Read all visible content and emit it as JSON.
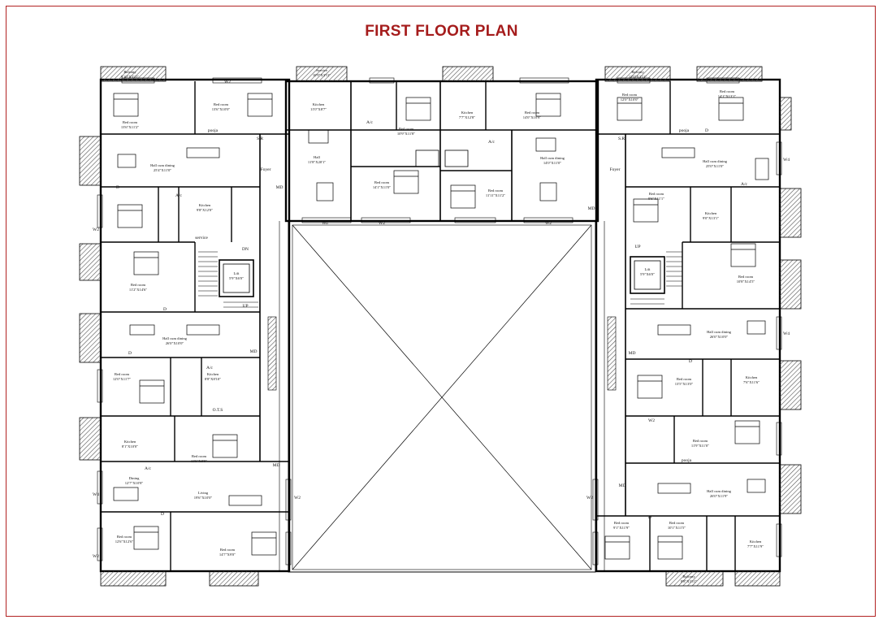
{
  "title": "FIRST FLOOR PLAN",
  "colors": {
    "title": "#a51c1c",
    "frame": "#b22222",
    "wall": "#000000",
    "balcony_hatch": "#555555"
  },
  "rooms": [
    {
      "name": "Balcony",
      "dims": "9'10\"X3'11\"",
      "group": "left-wing"
    },
    {
      "name": "Bed room",
      "dims": "13'6\"X11'2\"",
      "group": "left-wing"
    },
    {
      "name": "Bed room",
      "dims": "13'6\"X10'0\"",
      "group": "left-wing"
    },
    {
      "name": "Hall cum dining",
      "dims": "25'4\"X11'0\"",
      "group": "left-wing"
    },
    {
      "name": "Kitchen",
      "dims": "9'8\"X12'0\"",
      "group": "left-wing"
    },
    {
      "name": "Bed room",
      "dims": "11'2\"X14'6\"",
      "group": "left-wing"
    },
    {
      "name": "Lift",
      "dims": "5'9\"X6'0\"",
      "group": "left-core"
    },
    {
      "name": "Hall cum dining",
      "dims": "26'0\"X10'0\"",
      "group": "left-wing"
    },
    {
      "name": "Bed room",
      "dims": "12'0\"X11'7\"",
      "group": "left-wing"
    },
    {
      "name": "Kitchen",
      "dims": "8'8\"X8'10\"",
      "group": "left-wing"
    },
    {
      "name": "Kitchen",
      "dims": "8'1\"X10'0\"",
      "group": "left-wing"
    },
    {
      "name": "Bed room",
      "dims": "13'5\"X8'9\"",
      "group": "left-wing"
    },
    {
      "name": "Dining",
      "dims": "12'7\"X10'8\"",
      "group": "left-wing"
    },
    {
      "name": "Living",
      "dims": "19'6\"X10'0\"",
      "group": "left-wing"
    },
    {
      "name": "Bed room",
      "dims": "12'6\"X12'6\"",
      "group": "left-wing"
    },
    {
      "name": "Bed room",
      "dims": "14'7\"X9'0\"",
      "group": "left-wing"
    },
    {
      "name": "Service",
      "dims": "10'9\"X3'11\"",
      "group": "top-block"
    },
    {
      "name": "Kitchen",
      "dims": "11'0\"X8'7\"",
      "group": "top-block"
    },
    {
      "name": "Hall",
      "dims": "11'8\"X20'1\"",
      "group": "top-block"
    },
    {
      "name": "Bed room",
      "dims": "10'9\"X11'8\"",
      "group": "top-block"
    },
    {
      "name": "Bed room",
      "dims": "14'1\"X11'0\"",
      "group": "top-block"
    },
    {
      "name": "Kitchen",
      "dims": "7'7\"X12'8\"",
      "group": "top-block"
    },
    {
      "name": "Bed room",
      "dims": "14'0\"X10'8\"",
      "group": "top-block"
    },
    {
      "name": "Bed room",
      "dims": "11'11\"X11'2\"",
      "group": "top-block"
    },
    {
      "name": "Hall cum dining",
      "dims": "14'0\"X11'0\"",
      "group": "top-block"
    },
    {
      "name": "Balcony",
      "dims": "12'0\"X3'11\"",
      "group": "right-wing"
    },
    {
      "name": "Bed room",
      "dims": "12'0\"X10'0\"",
      "group": "right-wing"
    },
    {
      "name": "Bed room",
      "dims": "14'1\"X13'1\"",
      "group": "right-wing"
    },
    {
      "name": "Hall cum dining",
      "dims": "25'0\"X11'0\"",
      "group": "right-wing"
    },
    {
      "name": "Bed room",
      "dims": "9'6\"X11'1\"",
      "group": "right-wing"
    },
    {
      "name": "Kitchen",
      "dims": "9'0\"X13'1\"",
      "group": "right-wing"
    },
    {
      "name": "Lift",
      "dims": "5'9\"X6'0\"",
      "group": "right-core"
    },
    {
      "name": "Bed room",
      "dims": "10'8\"X14'5\"",
      "group": "right-wing"
    },
    {
      "name": "Hall cum dining",
      "dims": "26'0\"X10'0\"",
      "group": "right-wing"
    },
    {
      "name": "Bed room",
      "dims": "13'5\"X13'0\"",
      "group": "right-wing"
    },
    {
      "name": "Kitchen",
      "dims": "7'6\"X11'6\"",
      "group": "right-wing"
    },
    {
      "name": "Bed room",
      "dims": "11'9\"X11'0\"",
      "group": "right-wing"
    },
    {
      "name": "Hall cum dining",
      "dims": "26'0\"X11'9\"",
      "group": "right-wing"
    },
    {
      "name": "Bed room",
      "dims": "9'1\"X11'9\"",
      "group": "right-wing"
    },
    {
      "name": "Bed room",
      "dims": "10'1\"X11'5\"",
      "group": "right-wing"
    },
    {
      "name": "Kitchen",
      "dims": "7'7\"X11'9\"",
      "group": "right-wing"
    },
    {
      "name": "Balcony",
      "dims": "8'8\"X3'11\"",
      "group": "right-wing"
    }
  ],
  "small_labels": {
    "pooja": "pooja",
    "service": "service",
    "up": "UP",
    "dn": "DN",
    "ots": "O.T.S",
    "w2": "W2",
    "wo": "Wo",
    "w4": "W4",
    "md": "MD",
    "d": "D",
    "ac": "A/c",
    "sr": "S.R",
    "foyer": "Foyer"
  }
}
